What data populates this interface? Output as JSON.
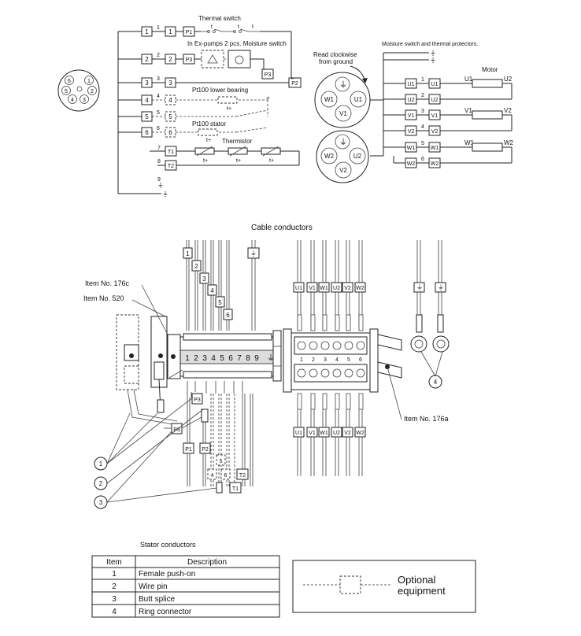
{
  "schematic": {
    "thermal_switch": "Thermal switch",
    "ex_moisture": "In Ex-pumps 2 pcs. Moisture switch",
    "pt100_bearing": "Pt100 lower bearing",
    "pt100_stator": "Pt100 stator",
    "thermistor": "Thermistor",
    "t_plus": "t+",
    "read_clockwise": "Read clockwise",
    "from_ground": "from ground",
    "moisture_thermal": "Moisture switch and thermal protectors.",
    "motor": "Motor",
    "left_terminals": [
      "1",
      "2",
      "3",
      "4",
      "5",
      "6",
      "T1",
      "T2"
    ],
    "wire_numbers": [
      "1",
      "2",
      "3",
      "4",
      "5",
      "6",
      "7",
      "8",
      "9"
    ],
    "p_labels": [
      "P1",
      "P2",
      "P3"
    ],
    "plug_top": [
      "U1",
      "V1",
      "W1"
    ],
    "plug_bottom": [
      "U2",
      "V2",
      "W2"
    ],
    "pin_plug": [
      "6",
      "1",
      "5",
      "2",
      "4",
      "3"
    ],
    "motor_terminals": [
      "U1",
      "U2",
      "V1",
      "V2",
      "W1",
      "W2"
    ],
    "motor_wire_nums": [
      "1",
      "2",
      "3",
      "4",
      "5",
      "6"
    ]
  },
  "assembly": {
    "title": "Cable conductors",
    "item_176c": "Item No. 176c",
    "item_520": "Item No. 520",
    "item_176a": "Item No. 176a",
    "strip_left_numbers": [
      "1",
      "2",
      "3",
      "4",
      "5",
      "6",
      "7",
      "8",
      "9"
    ],
    "strip_right_numbers": [
      "1",
      "2",
      "3",
      "4",
      "5",
      "6"
    ],
    "top_wire_labels": [
      "1",
      "2",
      "3",
      "4",
      "5",
      "6"
    ],
    "bottom_wire_labels": [
      "P1",
      "P2",
      "P3",
      "5",
      "4",
      "6",
      "T1",
      "T2"
    ],
    "phase_labels": [
      "U1",
      "V1",
      "W1",
      "U2",
      "V2",
      "W2"
    ],
    "callouts": [
      "1",
      "2",
      "3",
      "4"
    ]
  },
  "stator_title": "Stator conductors",
  "table": {
    "headers": [
      "Item",
      "Description"
    ],
    "rows": [
      {
        "item": "1",
        "description": "Female push-on"
      },
      {
        "item": "2",
        "description": "Wire pin"
      },
      {
        "item": "3",
        "description": "Butt splice"
      },
      {
        "item": "4",
        "description": "Ring connector"
      }
    ]
  },
  "legend": {
    "line1": "Optional",
    "line2": "equipment"
  }
}
